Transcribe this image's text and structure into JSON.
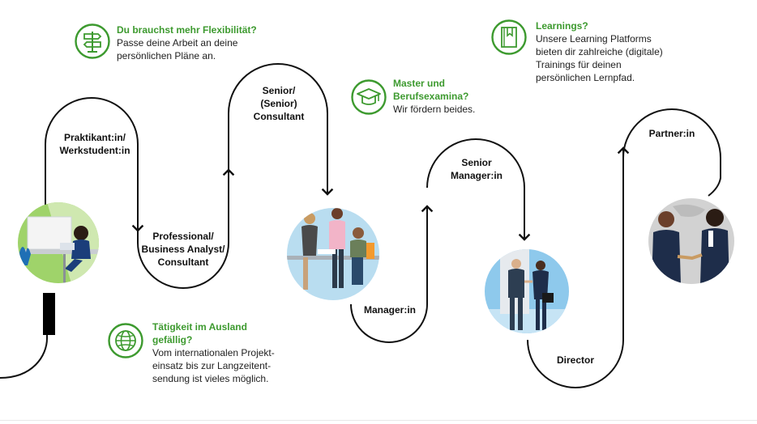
{
  "stages": [
    {
      "key": "praktikant",
      "lines": [
        "Praktikant:in/",
        "Werkstudent:in"
      ]
    },
    {
      "key": "professional",
      "lines": [
        "Professional/",
        "Business Analyst/",
        "Consultant"
      ]
    },
    {
      "key": "senior-consultant",
      "lines": [
        "Senior/",
        "(Senior)",
        "Consultant"
      ]
    },
    {
      "key": "manager",
      "lines": [
        "Manager:in"
      ]
    },
    {
      "key": "senior-manager",
      "lines": [
        "Senior",
        "Manager:in"
      ]
    },
    {
      "key": "director",
      "lines": [
        "Director"
      ]
    },
    {
      "key": "partner",
      "lines": [
        "Partner:in"
      ]
    }
  ],
  "info_boxes": [
    {
      "key": "flexibility",
      "icon": "signpost-icon",
      "title": [
        "Du brauchst mehr Flexibilität?"
      ],
      "body": [
        "Passe deine Arbeit an deine",
        "persönlichen Pläne an."
      ]
    },
    {
      "key": "master",
      "icon": "graduation-cap-icon",
      "title": [
        "Master und",
        "Berufsexamina?"
      ],
      "body": [
        "Wir fördern beides."
      ]
    },
    {
      "key": "learnings",
      "icon": "book-icon",
      "title": [
        "Learnings?"
      ],
      "body": [
        "Unsere Learning Platforms",
        "bieten dir zahlreiche (digitale)",
        "Trainings für deinen",
        "persönlichen Lernpfad."
      ]
    },
    {
      "key": "abroad",
      "icon": "globe-icon",
      "title": [
        "Tätigkeit im Ausland",
        "gefällig?"
      ],
      "body": [
        "Vom internationalen Projekt-",
        "einsatz bis zur Langzeitent-",
        "sendung ist vieles möglich."
      ]
    }
  ],
  "colors": {
    "accent": "#3d9a2f",
    "path": "#111111"
  }
}
